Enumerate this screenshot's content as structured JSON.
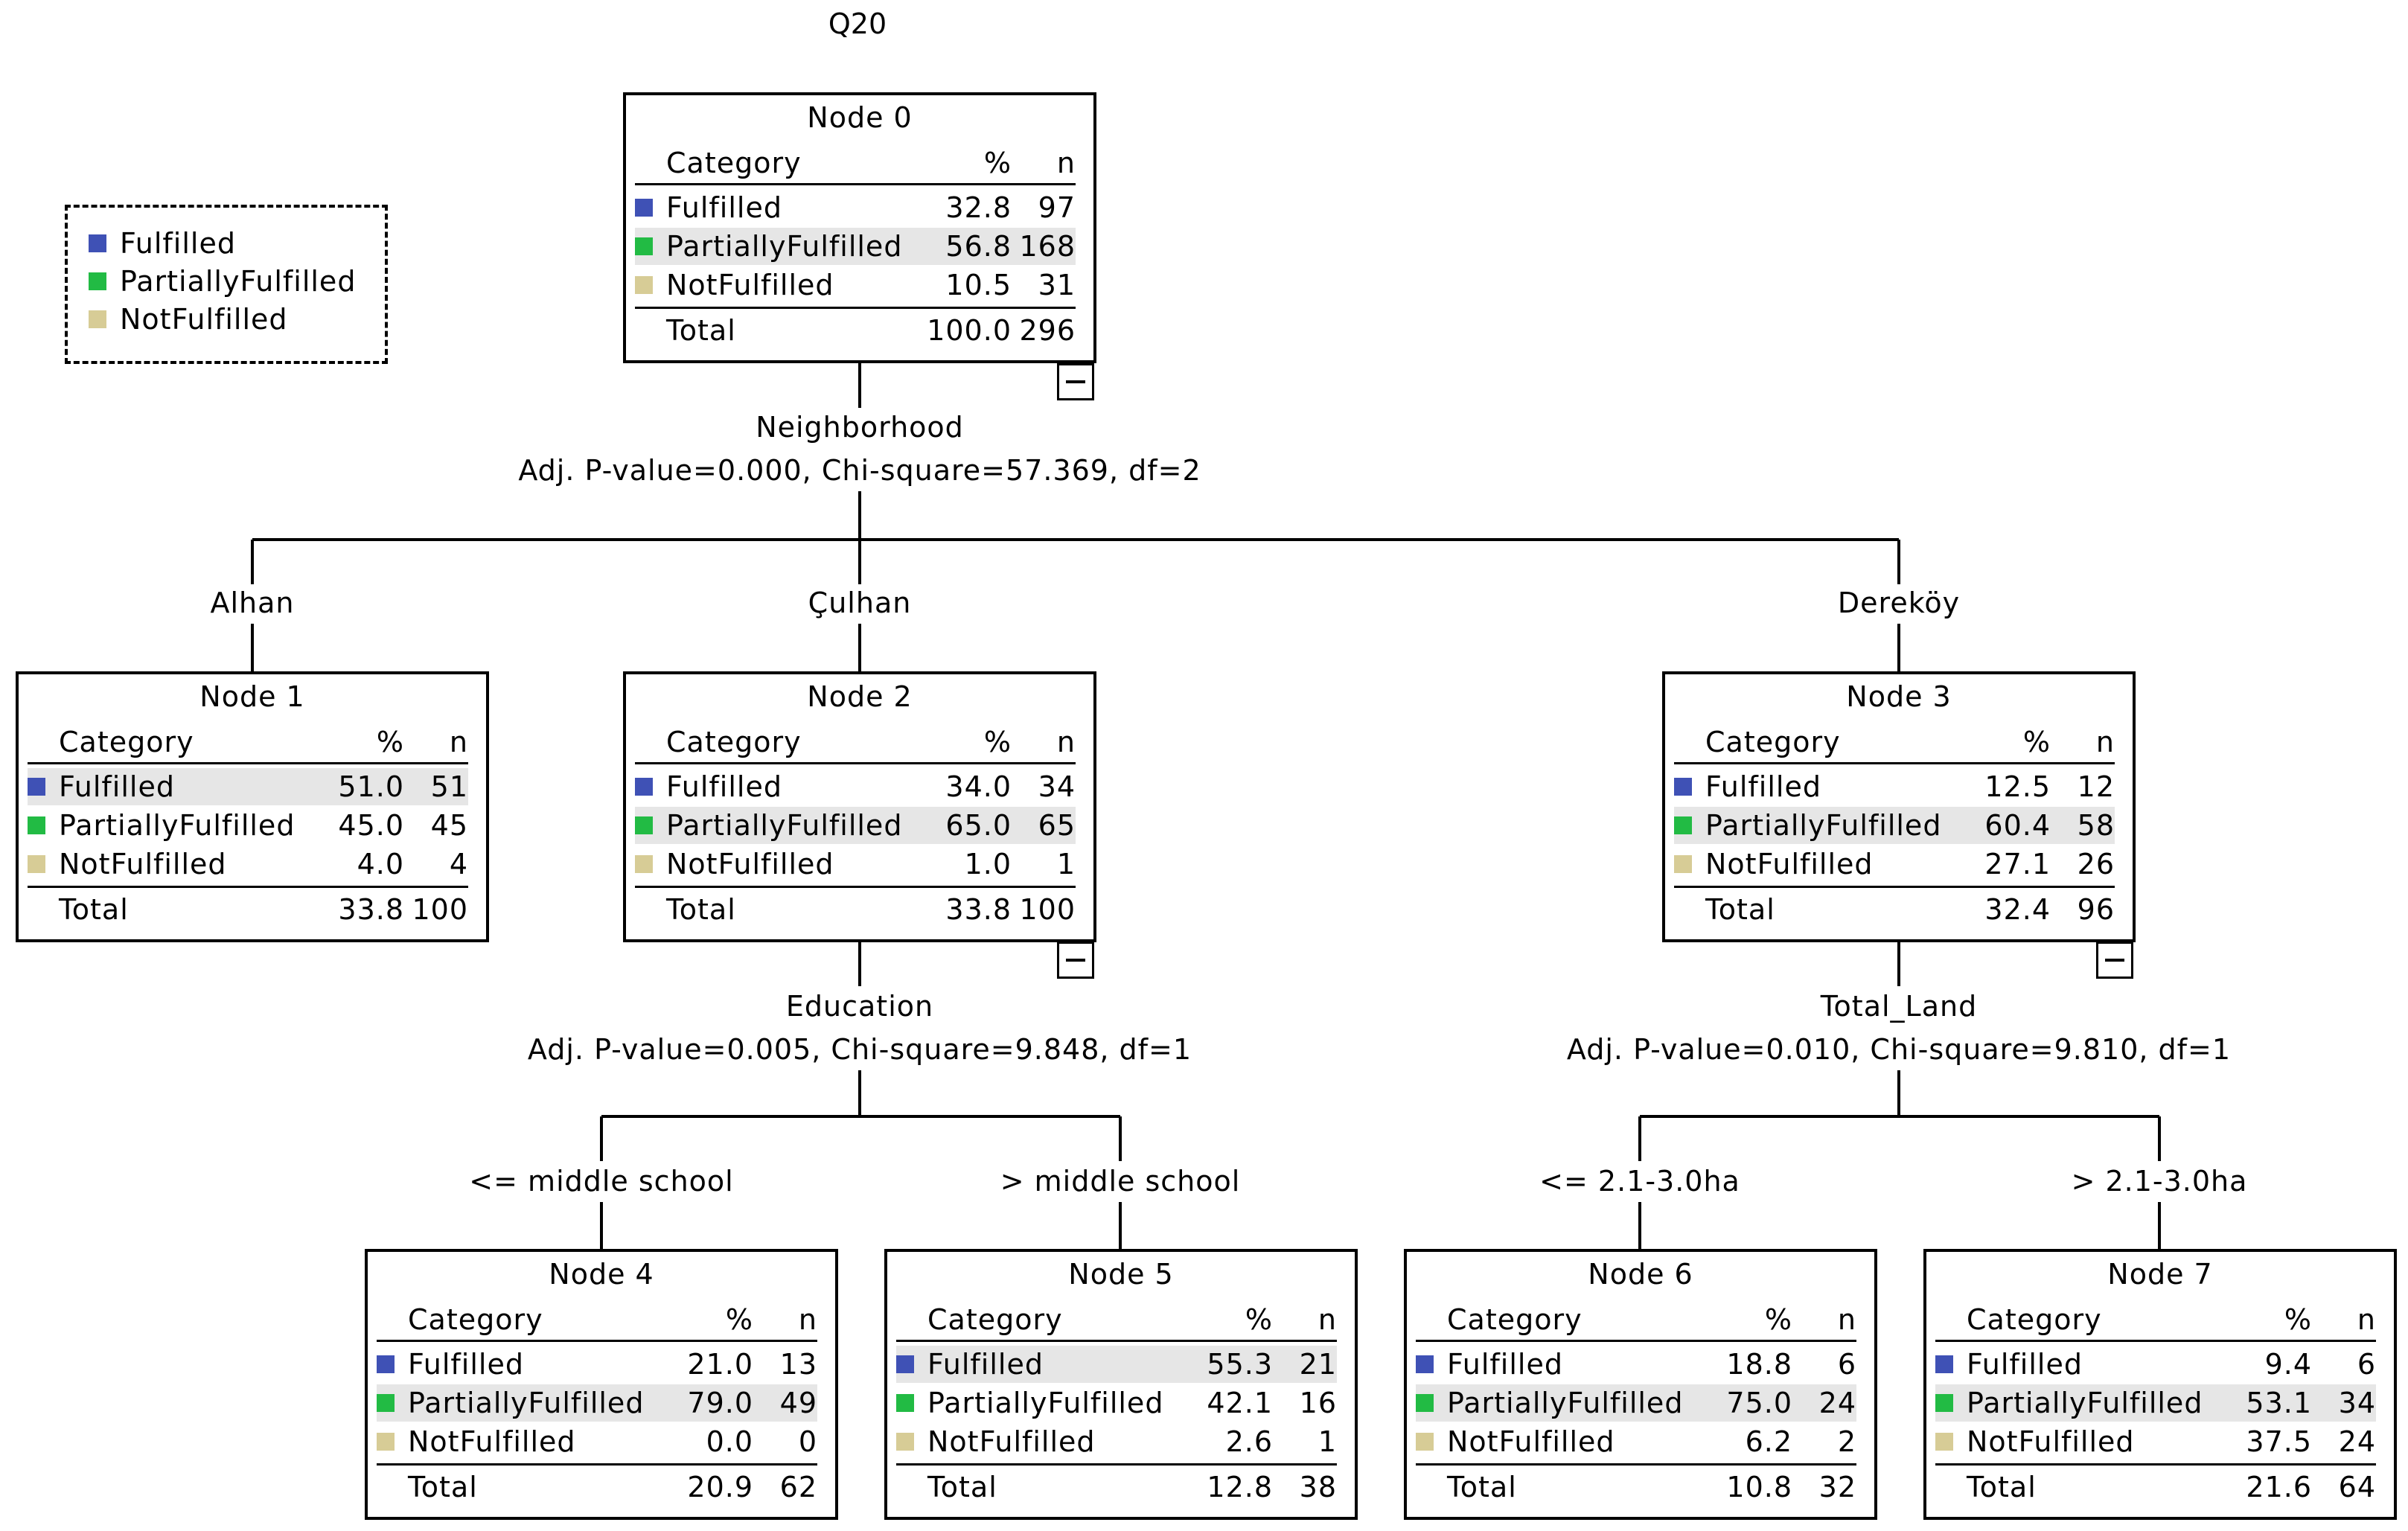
{
  "title": "Q20",
  "colors": {
    "fulfilled": "#3f51b5",
    "partially": "#22bb44",
    "not": "#d7cc96",
    "highlight": "#e6e6e6"
  },
  "legend": [
    "Fulfilled",
    "PartiallyFulfilled",
    "NotFulfilled"
  ],
  "headers": {
    "category": "Category",
    "pct": "%",
    "n": "n",
    "total": "Total"
  },
  "categories": [
    "Fulfilled",
    "PartiallyFulfilled",
    "NotFulfilled"
  ],
  "nodes": [
    {
      "name": "Node 0",
      "highlight": 1,
      "rows": [
        [
          "32.8",
          "97"
        ],
        [
          "56.8",
          "168"
        ],
        [
          "10.5",
          "31"
        ]
      ],
      "total": [
        "100.0",
        "296"
      ]
    },
    {
      "name": "Node 1",
      "highlight": 0,
      "rows": [
        [
          "51.0",
          "51"
        ],
        [
          "45.0",
          "45"
        ],
        [
          "4.0",
          "4"
        ]
      ],
      "total": [
        "33.8",
        "100"
      ]
    },
    {
      "name": "Node 2",
      "highlight": 1,
      "rows": [
        [
          "34.0",
          "34"
        ],
        [
          "65.0",
          "65"
        ],
        [
          "1.0",
          "1"
        ]
      ],
      "total": [
        "33.8",
        "100"
      ]
    },
    {
      "name": "Node 3",
      "highlight": 1,
      "rows": [
        [
          "12.5",
          "12"
        ],
        [
          "60.4",
          "58"
        ],
        [
          "27.1",
          "26"
        ]
      ],
      "total": [
        "32.4",
        "96"
      ]
    },
    {
      "name": "Node 4",
      "highlight": 1,
      "rows": [
        [
          "21.0",
          "13"
        ],
        [
          "79.0",
          "49"
        ],
        [
          "0.0",
          "0"
        ]
      ],
      "total": [
        "20.9",
        "62"
      ]
    },
    {
      "name": "Node 5",
      "highlight": 0,
      "rows": [
        [
          "55.3",
          "21"
        ],
        [
          "42.1",
          "16"
        ],
        [
          "2.6",
          "1"
        ]
      ],
      "total": [
        "12.8",
        "38"
      ]
    },
    {
      "name": "Node 6",
      "highlight": 1,
      "rows": [
        [
          "18.8",
          "6"
        ],
        [
          "75.0",
          "24"
        ],
        [
          "6.2",
          "2"
        ]
      ],
      "total": [
        "10.8",
        "32"
      ]
    },
    {
      "name": "Node 7",
      "highlight": 1,
      "rows": [
        [
          "9.4",
          "6"
        ],
        [
          "53.1",
          "34"
        ],
        [
          "37.5",
          "24"
        ]
      ],
      "total": [
        "21.6",
        "64"
      ]
    }
  ],
  "splits": [
    {
      "variable": "Neighborhood",
      "stats": "Adj. P-value=0.000, Chi-square=57.369, df=2"
    },
    {
      "variable": "Education",
      "stats": "Adj. P-value=0.005, Chi-square=9.848, df=1"
    },
    {
      "variable": "Total_Land",
      "stats": "Adj. P-value=0.010, Chi-square=9.810, df=1"
    }
  ],
  "branches": [
    "Alhan",
    "Çulhan",
    "Dereköy",
    "<= middle school",
    "> middle school",
    "<= 2.1-3.0ha",
    "> 2.1-3.0ha"
  ]
}
